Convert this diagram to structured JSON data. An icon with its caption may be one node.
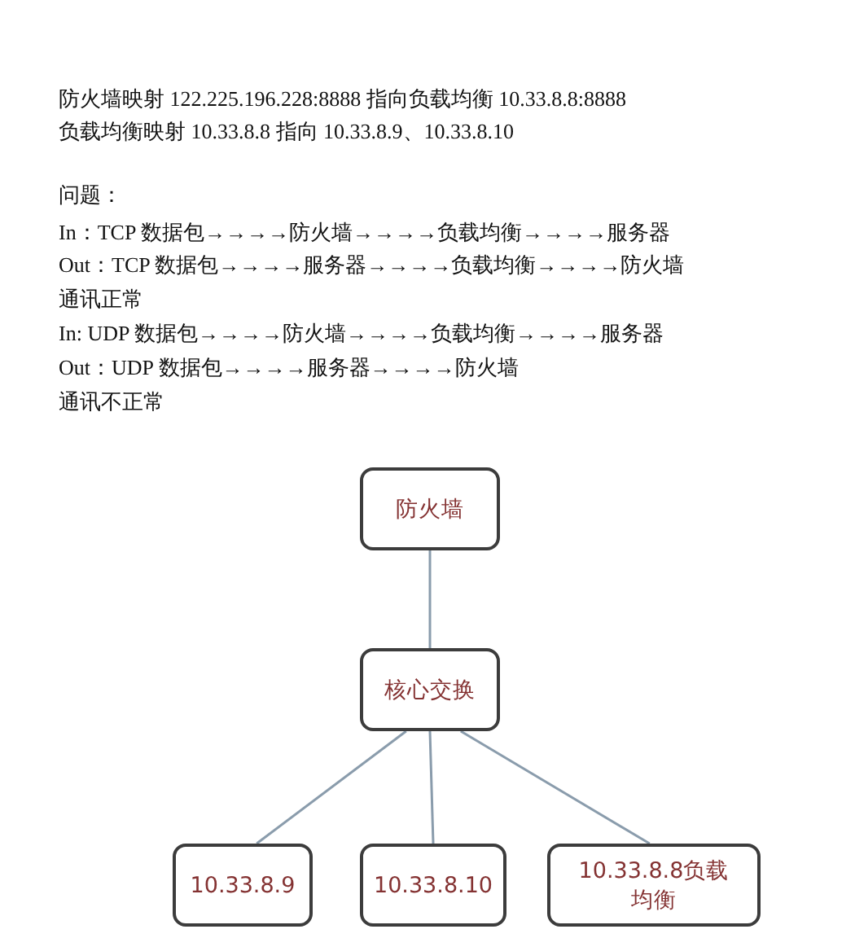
{
  "diagram": {
    "nodes": [
      {
        "text": [
          "防火墙"
        ]
      },
      {
        "text": [
          "核心交换"
        ]
      },
      {
        "text": [
          "10.33.8.9"
        ]
      },
      {
        "text": [
          "10.33.8.10"
        ]
      },
      {
        "text": [
          "10.33.8.8负载均衡"
        ]
      }
    ],
    "edges": [
      {
        "from": 0,
        "to": 1,
        "arrow": "none"
      },
      {
        "from": 1,
        "to": 2,
        "arrow": "none"
      },
      {
        "from": 1,
        "to": 3,
        "arrow": "none"
      },
      {
        "from": 1,
        "to": 4,
        "arrow": "none"
      }
    ],
    "labels": [
      "防火墙映射 122.225.196.228:8888 指向负载均衡 10.33.8.8:8888",
      "负载均衡映射 10.33.8.8 指向 10.33.8.9、10.33.8.10",
      "问题：",
      "In：TCP 数据包→→→→防火墙→→→→负载均衡→→→→服务器",
      "Out：TCP 数据包→→→→服务器→→→→负载均衡→→→→防火墙",
      "通讯正常",
      "In: UDP 数据包→→→→防火墙→→→→负载均衡→→→→服务器",
      "Out：UDP 数据包→→→→服务器→→→→防火墙",
      "通讯不正常"
    ]
  }
}
